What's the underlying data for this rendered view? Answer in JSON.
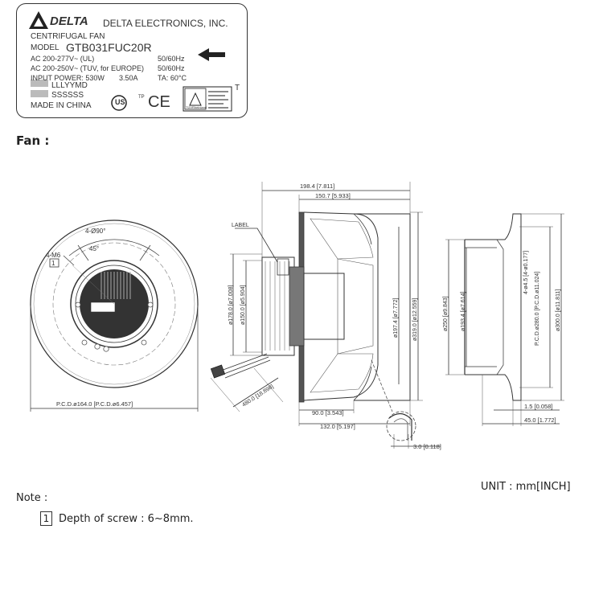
{
  "label": {
    "brand": "DELTA",
    "company": "DELTA ELECTRONICS, INC.",
    "product": "CENTRIFUGAL FAN",
    "model_label": "MODEL",
    "model": "GTB031FUC20R",
    "lines": [
      {
        "left": "AC 200-277V~  (UL)",
        "right": "50/60Hz"
      },
      {
        "left": "AC 200-250V~  (TUV, for EUROPE)",
        "right": "50/60Hz"
      },
      {
        "left": "INPUT POWER: 530W",
        "mid": "3.50A",
        "right": "TA: 60°C"
      }
    ],
    "date_code": "LLLYYMD",
    "serial": "SSSSSS",
    "origin": "MADE IN CHINA",
    "cert_ce": "CE",
    "cert_ul": "US",
    "cert_tp": "TP",
    "cert_t": "T",
    "cert_tuv": "TÜVRheinland"
  },
  "section_title": "Fan :",
  "drawing": {
    "front": {
      "holes": "4-Ø90°",
      "angle": "45°",
      "screws": "4-M6",
      "note_ref": "1",
      "pcd": "P.C.D.ø164.0 [P.C.D.ø6.457]"
    },
    "side": {
      "label_tag": "LABEL",
      "overall_length": "198.4 [7.811]",
      "body_length": "150.7 [5.933]",
      "dia_178": "ø178.0 [ø7.008]",
      "dia_150": "ø150.0 [ø5.904]",
      "dia_197": "ø197.4 [ø7.772]",
      "dia_319": "ø319.0 [ø12.559]",
      "cable": "480.0 [18.898]",
      "d_90": "90.0 [3.543]",
      "d_132": "132.0 [5.197]",
      "d_3": "3.0 [0.118]"
    },
    "right": {
      "dia_250": "ø250 [ø9.843]",
      "dia_193": "ø193.4 [ø7.614]",
      "holes": "4-ø4.5 [4-ø0.177]",
      "pcd": "P.C.D.ø280.0 [P.C.D.ø11.024]",
      "dia_300": "ø300.0 [ø11.811]",
      "d_1_5": "1.5 [0.058]",
      "d_45": "45.0 [1.772]"
    }
  },
  "unit": "UNIT : mm[INCH]",
  "note": {
    "title": "Note :",
    "items": [
      {
        "num": "1",
        "text": "Depth of screw : 6~8mm."
      }
    ]
  }
}
